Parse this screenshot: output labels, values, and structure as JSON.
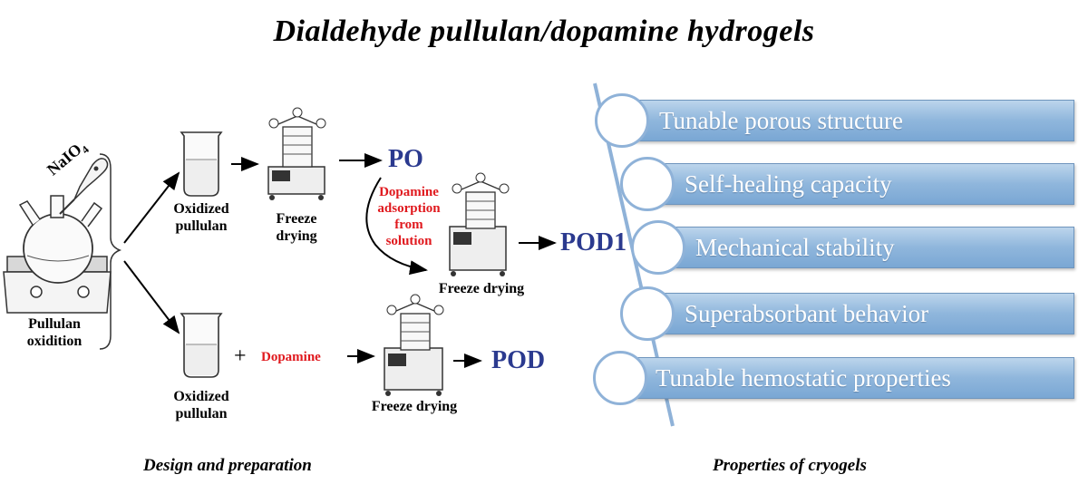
{
  "title": "Dialdehyde pullulan/dopamine hydrogels",
  "left_panel": {
    "reagent": "NaIO",
    "reagent_subscript": "4",
    "pullulan_oxidation": [
      "Pullulan",
      "oxidition"
    ],
    "oxidized_pullulan_top": [
      "Oxidized",
      "pullulan"
    ],
    "freeze_drying_top": [
      "Freeze",
      "drying"
    ],
    "po": "PO",
    "dopamine_adsorption": [
      "Dopamine",
      "adsorption",
      "from",
      "solution"
    ],
    "freeze_drying_mid": "Freeze drying",
    "pod1": "POD1",
    "oxidized_pullulan_bottom": [
      "Oxidized",
      "pullulan"
    ],
    "plus": "+",
    "dopamine": "Dopamine",
    "freeze_drying_bottom": "Freeze drying",
    "pod": "POD",
    "caption": "Design and preparation"
  },
  "right_panel": {
    "properties": [
      "Tunable porous structure",
      "Self-healing capacity",
      "Mechanical stability",
      "Superabsorbant behavior",
      "Tunable hemostatic properties"
    ],
    "caption": "Properties of cryogels"
  },
  "colors": {
    "code_blue": "#2b3a8f",
    "dopamine_red": "#e0191e",
    "prop_fill": "#8fb6dc",
    "prop_text": "#ffffff"
  }
}
